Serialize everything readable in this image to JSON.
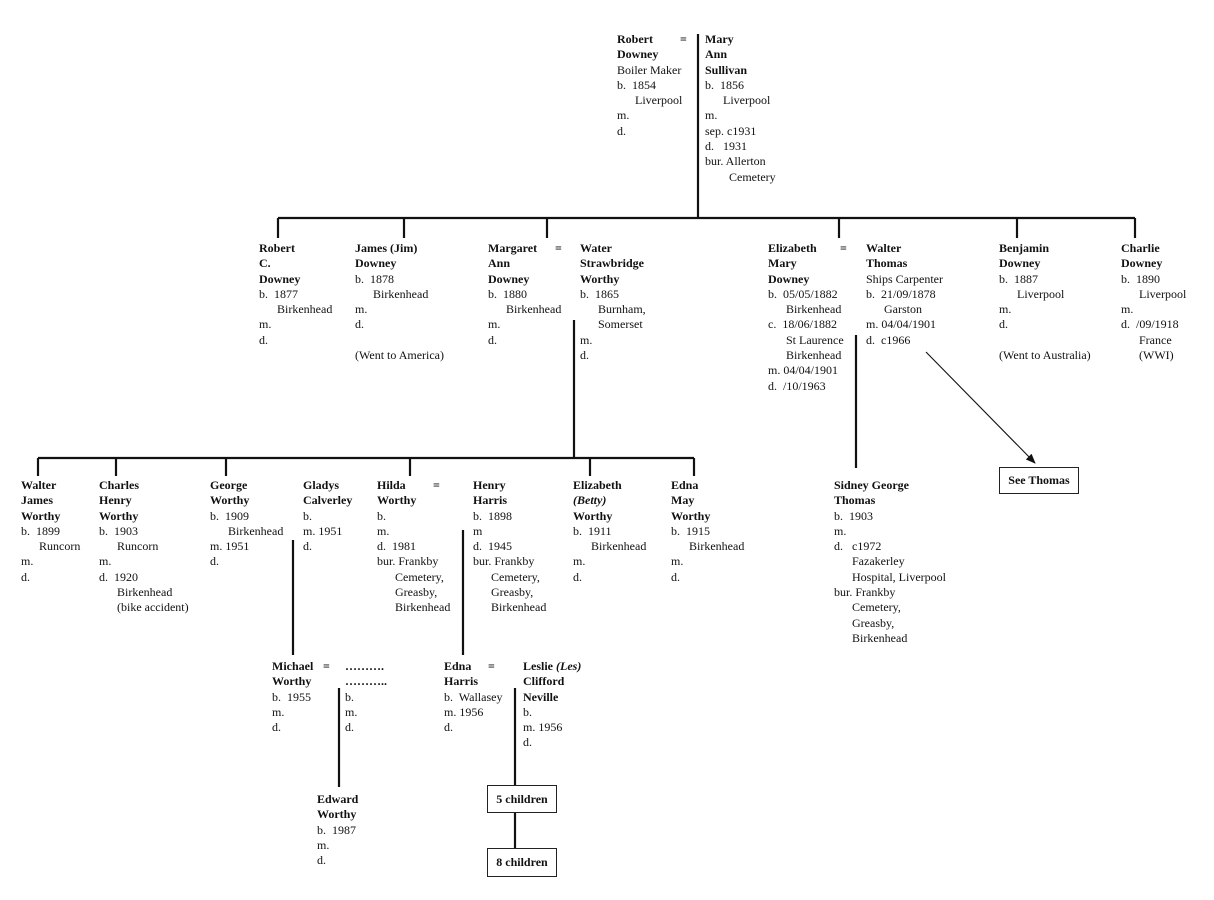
{
  "people": [
    {
      "id": "robert-downey-sr",
      "name": [
        "Robert",
        "Downey"
      ],
      "lines": [
        "Boiler Maker",
        "b.  1854",
        "      Liverpool",
        "m.",
        "d."
      ]
    },
    {
      "id": "mary-ann-sullivan",
      "name": [
        "Mary",
        "Ann",
        "Sullivan"
      ],
      "lines": [
        "b.  1856",
        "      Liverpool",
        "m.",
        "sep. c1931",
        "d.   1931",
        "bur. Allerton",
        "        Cemetery"
      ]
    },
    {
      "id": "robert-c-downey",
      "name": [
        "Robert",
        "C.",
        "Downey"
      ],
      "lines": [
        "b.  1877",
        "      Birkenhead",
        "m.",
        "d."
      ]
    },
    {
      "id": "james-downey",
      "name": [
        "James (Jim)",
        "Downey"
      ],
      "lines": [
        "b.  1878",
        "      Birkenhead",
        "m.",
        "d.",
        "",
        "(Went to America)"
      ]
    },
    {
      "id": "margaret-ann-downey",
      "name": [
        "Margaret",
        "Ann",
        "Downey"
      ],
      "lines": [
        "b.  1880",
        "      Birkenhead",
        "m.",
        "d."
      ]
    },
    {
      "id": "water-strawbridge-worthy",
      "name": [
        "Water",
        "Strawbridge",
        "Worthy"
      ],
      "lines": [
        "b.  1865",
        "      Burnham,",
        "      Somerset",
        "m.",
        "d."
      ]
    },
    {
      "id": "elizabeth-mary-downey",
      "name": [
        "Elizabeth",
        "Mary",
        "Downey"
      ],
      "lines": [
        "b.  05/05/1882",
        "      Birkenhead",
        "c.  18/06/1882",
        "      St Laurence",
        "      Birkenhead",
        "m. 04/04/1901",
        "d.  /10/1963"
      ]
    },
    {
      "id": "walter-thomas",
      "name": [
        "Walter",
        "Thomas"
      ],
      "lines": [
        "Ships Carpenter",
        "b.  21/09/1878",
        "      Garston",
        "m. 04/04/1901",
        "d.  c1966"
      ]
    },
    {
      "id": "benjamin-downey",
      "name": [
        "Benjamin",
        "Downey"
      ],
      "lines": [
        "b.  1887",
        "      Liverpool",
        "m.",
        "d.",
        "",
        "(Went to Australia)"
      ]
    },
    {
      "id": "charlie-downey",
      "name": [
        "Charlie",
        "Downey"
      ],
      "lines": [
        "b.  1890",
        "      Liverpool",
        "m.",
        "d.  /09/1918",
        "      France",
        "      (WWI)"
      ]
    },
    {
      "id": "walter-james-worthy",
      "name": [
        "Walter",
        "James",
        "Worthy"
      ],
      "lines": [
        "b.  1899",
        "      Runcorn",
        "m.",
        "d."
      ]
    },
    {
      "id": "charles-henry-worthy",
      "name": [
        "Charles",
        "Henry",
        "Worthy"
      ],
      "lines": [
        "b.  1903",
        "      Runcorn",
        "m.",
        "d.  1920",
        "      Birkenhead",
        "      (bike accident)"
      ]
    },
    {
      "id": "george-worthy",
      "name": [
        "George",
        "Worthy"
      ],
      "lines": [
        "b.  1909",
        "      Birkenhead",
        "m. 1951",
        "d."
      ]
    },
    {
      "id": "gladys-calverley",
      "name": [
        "Gladys",
        "Calverley"
      ],
      "lines": [
        "b.",
        "m. 1951",
        "d."
      ]
    },
    {
      "id": "hilda-worthy",
      "name": [
        "Hilda",
        "Worthy"
      ],
      "lines": [
        "b.",
        "m.",
        "d.  1981",
        "bur. Frankby",
        "      Cemetery,",
        "      Greasby,",
        "      Birkenhead"
      ]
    },
    {
      "id": "henry-harris",
      "name": [
        "Henry",
        "Harris"
      ],
      "lines": [
        "b.  1898",
        "m",
        "d.  1945",
        "bur. Frankby",
        "      Cemetery,",
        "      Greasby,",
        "      Birkenhead"
      ]
    },
    {
      "id": "elizabeth-betty-worthy",
      "name": [
        "Elizabeth",
        "(Betty)",
        "Worthy"
      ],
      "italic_name_line": 1,
      "lines": [
        "b.  1911",
        "      Birkenhead",
        "m.",
        "d."
      ]
    },
    {
      "id": "edna-may-worthy",
      "name": [
        "Edna",
        "May",
        "Worthy"
      ],
      "lines": [
        "b.  1915",
        "      Birkenhead",
        "m.",
        "d."
      ]
    },
    {
      "id": "sidney-george-thomas",
      "name": [
        "Sidney George",
        "Thomas"
      ],
      "lines": [
        "b.  1903",
        "m.",
        "d.   c1972",
        "      Fazakerley",
        "      Hospital, Liverpool",
        "bur. Frankby",
        "      Cemetery,",
        "      Greasby,",
        "      Birkenhead"
      ]
    },
    {
      "id": "michael-worthy",
      "name": [
        "Michael",
        "Worthy"
      ],
      "lines": [
        "b.  1955",
        "m.",
        "d."
      ]
    },
    {
      "id": "unknown-spouse",
      "name": [
        "……….",
        "……….."
      ],
      "lines": [
        "b.",
        "m.",
        "d."
      ]
    },
    {
      "id": "edna-harris",
      "name": [
        "Edna",
        "Harris"
      ],
      "lines": [
        "b.  Wallasey",
        "m. 1956",
        "d."
      ]
    },
    {
      "id": "leslie-clifford-neville",
      "name": [
        "Leslie (Les)",
        "Clifford",
        "Neville"
      ],
      "italic_word": "(Les)",
      "lines": [
        "b.",
        "m. 1956",
        "d."
      ]
    },
    {
      "id": "edward-worthy",
      "name": [
        "Edward",
        "Worthy"
      ],
      "lines": [
        "b.  1987",
        "m.",
        "d."
      ]
    }
  ],
  "marriage_sign": "=",
  "boxes": {
    "see_thomas": "See Thomas",
    "five_children": "5 children",
    "eight_children": "8 children"
  },
  "colors": {
    "line": "#111111",
    "text": "#111111",
    "background": "#ffffff"
  }
}
